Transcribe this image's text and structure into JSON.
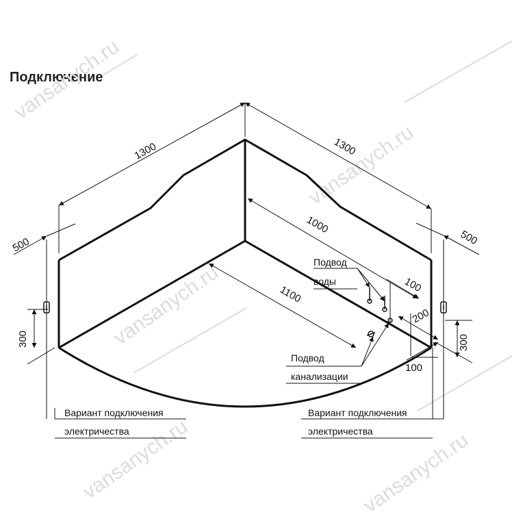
{
  "title": "Подключение",
  "watermark": "vansanych.ru",
  "dimensions": {
    "top_left": "1300",
    "top_right": "1300",
    "inner_diag": "1000",
    "floor_diag": "1100",
    "left_offset": "500",
    "right_offset": "500",
    "left_height": "300",
    "right_height": "300",
    "water_offset": "100",
    "water_height": "200",
    "drain_offset": "100"
  },
  "labels": {
    "water_line1": "Подвод",
    "water_line2": "воды",
    "drain_line1": "Подвод",
    "drain_line2": "канализации",
    "electric_left_line1": "Вариант подключения",
    "electric_left_line2": "электричества",
    "electric_right_line1": "Вариант подключения",
    "electric_right_line2": "электричества"
  }
}
